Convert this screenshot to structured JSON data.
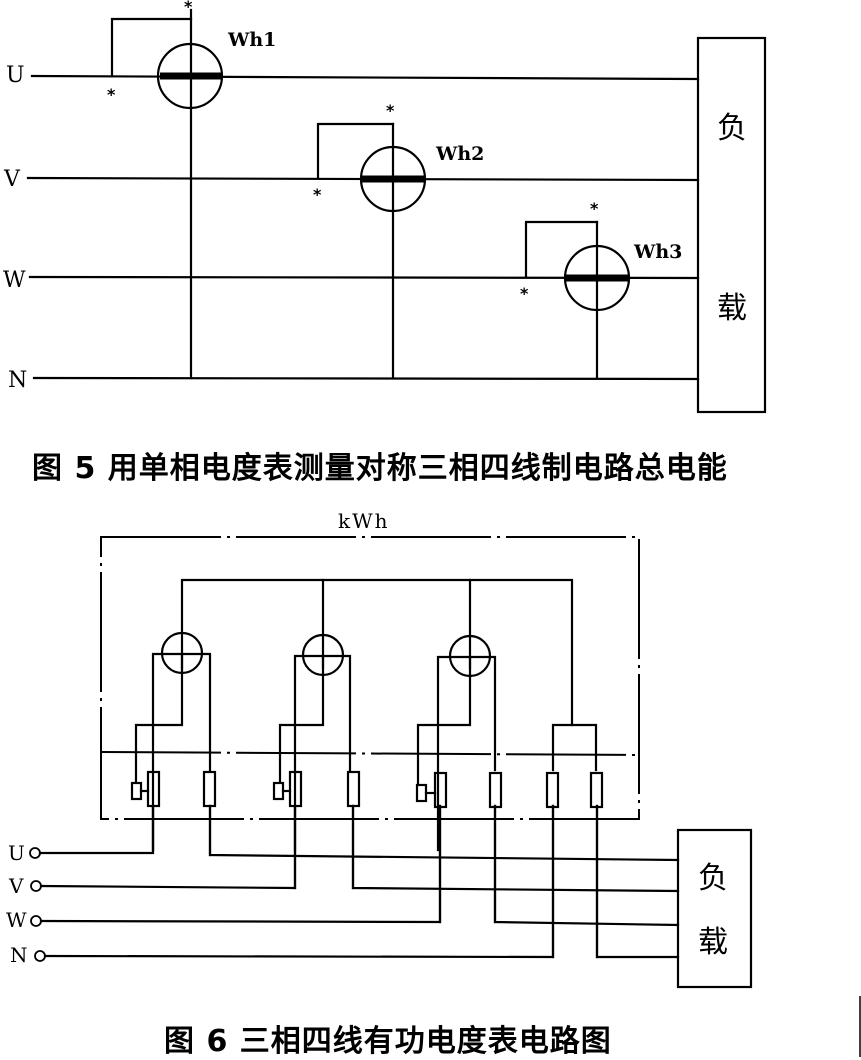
{
  "figure5": {
    "caption": "图 5 用单相电度表测量对称三相四线制电路总电能",
    "lines": [
      "U",
      "V",
      "W",
      "N"
    ],
    "meters": [
      "Wh1",
      "Wh2",
      "Wh3"
    ],
    "polarity_mark": "*",
    "load_chars": [
      "负",
      "载"
    ]
  },
  "figure6": {
    "caption": "图 6 三相四线有功电度表电路图",
    "meter_label": "kWh",
    "terminals": [
      "U",
      "V",
      "W",
      "N"
    ],
    "load_chars": [
      "负",
      "载"
    ]
  }
}
